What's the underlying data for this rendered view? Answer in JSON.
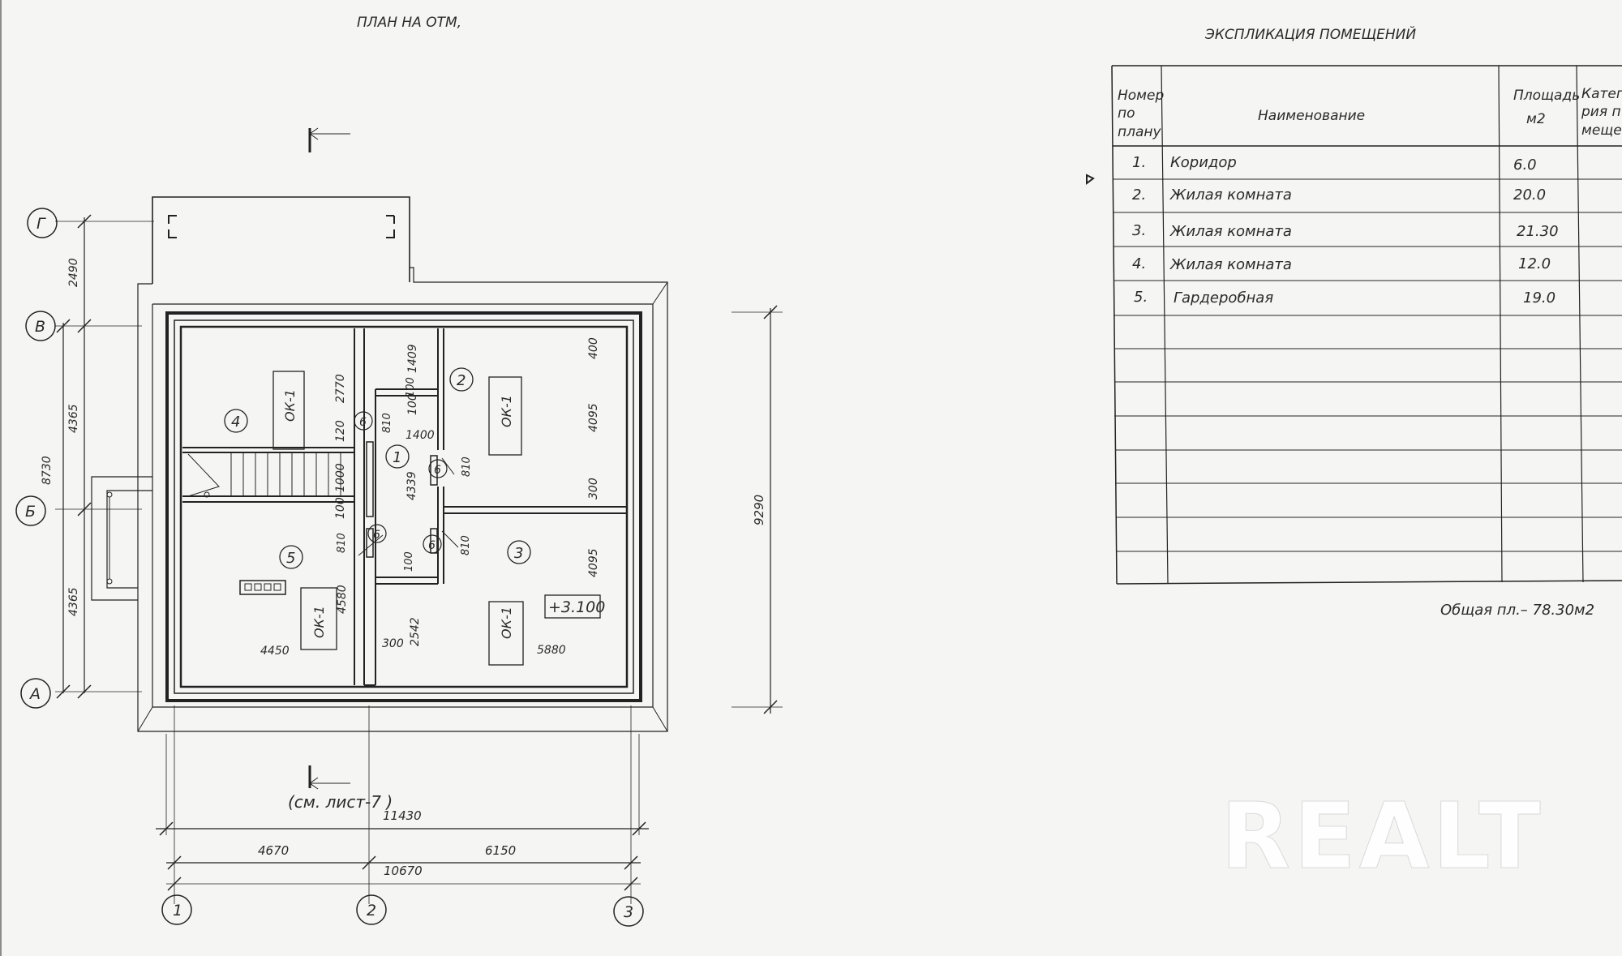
{
  "plan": {
    "title": "ПЛАН НА ОТМ,",
    "axes": {
      "rows": [
        "Г",
        "В",
        "Б",
        "А"
      ],
      "cols": [
        "1",
        "2",
        "3"
      ]
    },
    "left_dims": [
      "2490",
      "4365",
      "8730",
      "4365"
    ],
    "right_dim": "9290",
    "bottom_dims": {
      "overall_outer": "11430",
      "span_1_2": "4670",
      "span_2_3": "6150",
      "overall_axes": "10670"
    },
    "sheet_ref": "(см. лист-7 )",
    "elevation": "+3.100",
    "rooms": [
      {
        "num": "1"
      },
      {
        "num": "2"
      },
      {
        "num": "3"
      },
      {
        "num": "4"
      },
      {
        "num": "5"
      }
    ],
    "door_mark": "6",
    "window_mark": "ОК-1",
    "inner_dims": [
      "2770",
      "120",
      "1000",
      "100",
      "810",
      "1409",
      "100",
      "1400",
      "4339",
      "810",
      "100",
      "810",
      "2542",
      "300",
      "4580",
      "4450",
      "5880",
      "400",
      "4095",
      "300",
      "4095",
      "810",
      "100"
    ]
  },
  "explication": {
    "title": "ЭКСПЛИКАЦИЯ ПОМЕЩЕНИЙ",
    "headers": {
      "num": [
        "Номер",
        "по",
        "плану"
      ],
      "name": "Наименование",
      "area": [
        "Площадь",
        "м2"
      ],
      "cat": [
        "Катег",
        "рия п",
        "мещен"
      ]
    },
    "rows": [
      {
        "num": "1.",
        "name": "Коридор",
        "area": "6.0"
      },
      {
        "num": "2.",
        "name": "Жилая комната",
        "area": "20.0"
      },
      {
        "num": "3.",
        "name": "Жилая комната",
        "area": "21.30"
      },
      {
        "num": "4.",
        "name": "Жилая комната",
        "area": "12.0"
      },
      {
        "num": "5.",
        "name": "Гардеробная",
        "area": "19.0"
      }
    ],
    "total": "Общая пл.– 78.30м2"
  },
  "watermark": "REALT"
}
